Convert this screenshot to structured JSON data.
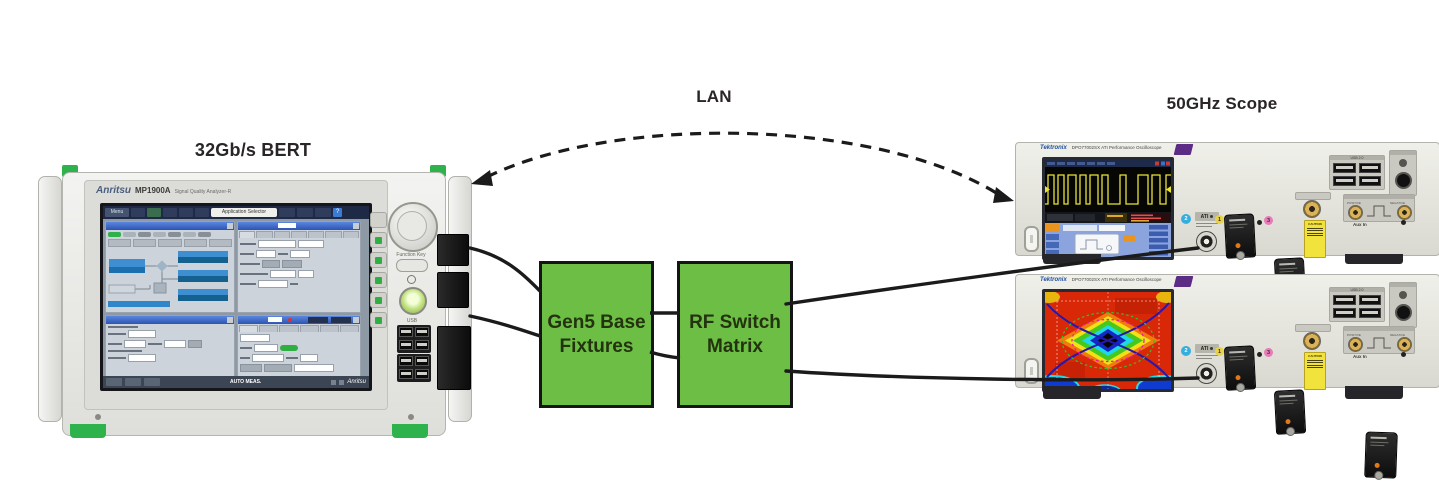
{
  "labels": {
    "bert_title": "32Gb/s BERT",
    "lan": "LAN",
    "scope_title": "50GHz Scope"
  },
  "fixtures_box": {
    "line1": "Gen5 Base",
    "line2": "Fixtures"
  },
  "switch_box": {
    "line1": "RF Switch",
    "line2": "Matrix"
  },
  "bert": {
    "brand": "Anritsu",
    "model": "MP1900A",
    "subtitle": "Signal Quality Analyzer-R",
    "menu": "Menu",
    "app_selector": "Application Selector",
    "help": "?",
    "status": "AUTO MEAS.",
    "status_brand": "Anritsu",
    "function_key": "Function Key",
    "usb": "USB"
  },
  "scope": {
    "brand": "Tektronix",
    "model": "DPO77002SX ATI Performance Oscilloscope",
    "ati": "ATI",
    "ch1": "1",
    "ch2": "2",
    "ch3": "3",
    "usb": "USB 2.0",
    "caution": "CAUTION",
    "aux": "Aux In",
    "positive": "POSITIVE",
    "negative": "NEGATIVE"
  },
  "colors": {
    "box_green": "#6cbe45",
    "wire": "#1b1b1b",
    "accent_green": "#2eb24c",
    "badge_purple": "#5b2b85",
    "tek_blue": "#1f4e9c",
    "eye_red": "#d92807",
    "trace_yellow": "#e8e238"
  }
}
